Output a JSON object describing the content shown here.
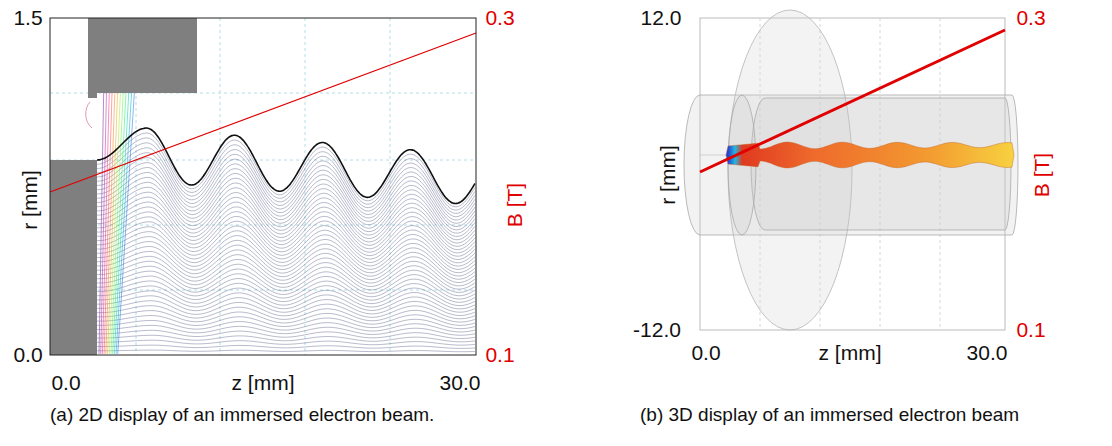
{
  "diagram": {
    "labels": [
      "1.5",
      "r [mm]",
      "0.0",
      "0.3",
      "B [T]",
      "0.1",
      "0.0",
      "z [mm]",
      "30.0",
      "(a) 2D display of an immersed electron beam.",
      "12.0",
      "r [mm]",
      "-12.0",
      "0.3",
      "B [T]",
      "0.1",
      "0.0",
      "z [mm]",
      "30.0",
      "(b) 3D display of an immersed electron beam"
    ]
  }
}
